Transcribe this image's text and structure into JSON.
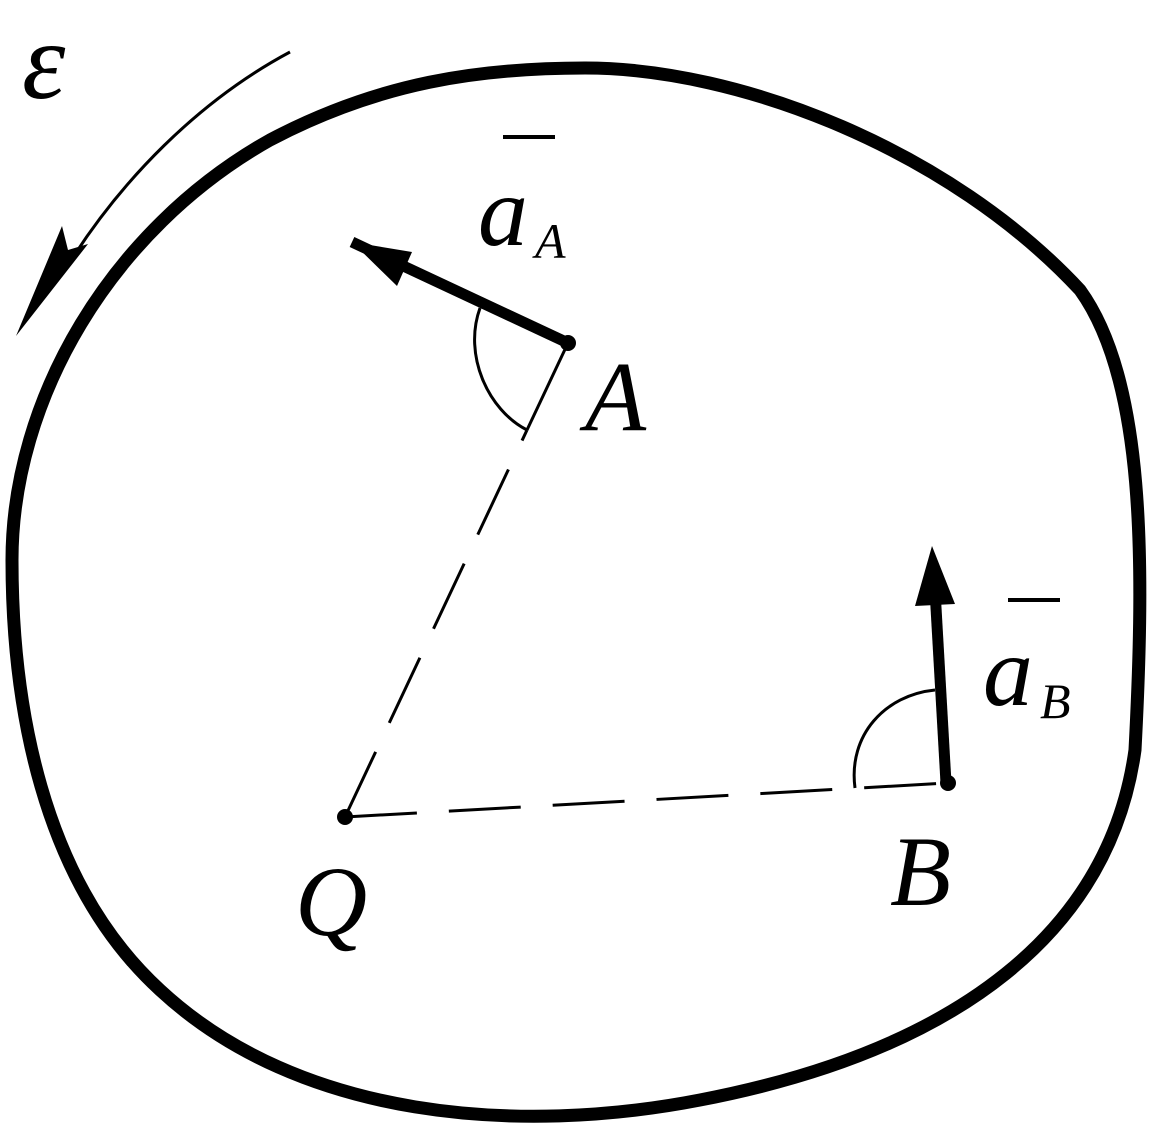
{
  "labels": {
    "epsilon": "ε",
    "point_a": "A",
    "point_b": "B",
    "point_q": "Q",
    "accel_a_base": "a",
    "accel_a_sub": "A",
    "accel_b_base": "a",
    "accel_b_sub": "B"
  },
  "colors": {
    "stroke": "#000000",
    "background": "#ffffff"
  }
}
